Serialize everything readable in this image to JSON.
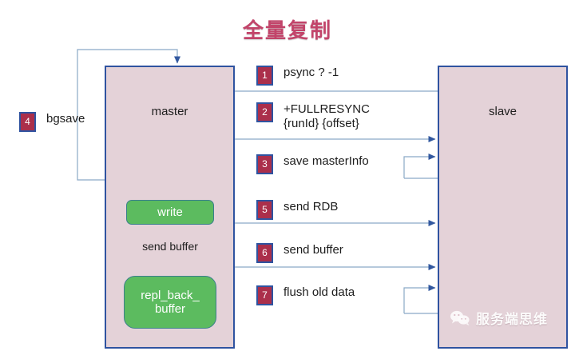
{
  "title": "全量复制",
  "title_color": "#c2446a",
  "colors": {
    "node_fill": "#e4d2d8",
    "node_border": "#2f53a0",
    "green_fill": "#5cbb5f",
    "badge_fill": "#ab2f4b",
    "arrow": "#6f94bd"
  },
  "nodes": {
    "master": {
      "label": "master"
    },
    "slave": {
      "label": "slave"
    }
  },
  "master_internals": {
    "write": "write",
    "send_buffer_label": "send buffer",
    "repl_back_buffer": "repl_back_\nbuffer"
  },
  "steps": [
    {
      "num": "1",
      "text": "psync ? -1",
      "direction": "slave-to-master"
    },
    {
      "num": "2",
      "text": "+FULLRESYNC\n{runId} {offset}",
      "direction": "master-to-slave"
    },
    {
      "num": "3",
      "text": "save masterInfo",
      "direction": "slave-self-loop"
    },
    {
      "num": "4",
      "text": "bgsave",
      "direction": "master-self-loop"
    },
    {
      "num": "5",
      "text": "send RDB",
      "direction": "master-to-slave"
    },
    {
      "num": "6",
      "text": "send buffer",
      "direction": "master-to-slave"
    },
    {
      "num": "7",
      "text": "flush old data",
      "direction": "slave-self-loop"
    }
  ],
  "watermark": {
    "icon": "wechat-icon",
    "text": "服务端思维",
    "subtext": ""
  }
}
